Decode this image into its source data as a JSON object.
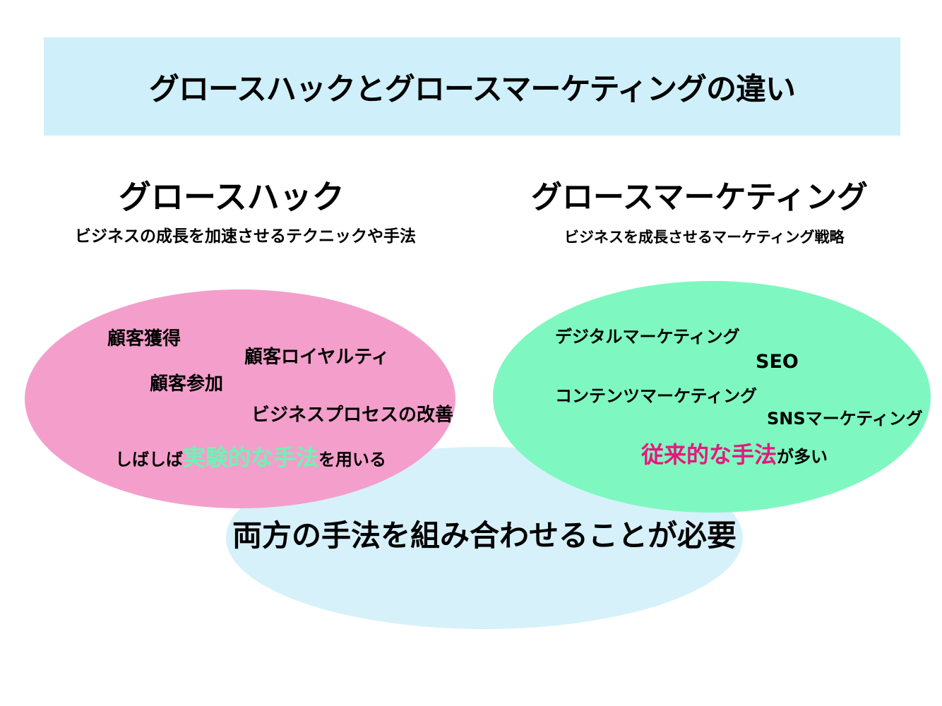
{
  "title": "グロースハックとグロースマーケティングの違い",
  "left": {
    "heading": "グロースハック",
    "subtitle": "ビジネスの成長を加速させるテクニックや手法",
    "items": [
      "顧客獲得",
      "顧客ロイヤルティ",
      "顧客参加",
      "ビジネスプロセスの改善"
    ],
    "note": {
      "prefix": "しばしば",
      "highlight": "実験的な手法",
      "suffix": "を用いる"
    }
  },
  "right": {
    "heading": "グロースマーケティング",
    "subtitle": "ビジネスを成長させるマーケティング戦略",
    "items": [
      "デジタルマーケティング",
      "SEO",
      "コンテンツマーケティング",
      "SNSマーケティング"
    ],
    "note": {
      "prefix": "",
      "highlight": "従来的な手法",
      "suffix": "が多い"
    }
  },
  "bottom": {
    "text": "両方の手法を組み合わせることが必要"
  },
  "colors": {
    "banner_bg": "#CFF0FA",
    "pink_ellipse": "#F49FCB",
    "green_ellipse": "#7EF8C0",
    "bottom_ellipse": "#D6F1FA",
    "mint_highlight_text": "#6FF2B5",
    "magenta_highlight_text": "#E6177E",
    "text": "#000000"
  }
}
